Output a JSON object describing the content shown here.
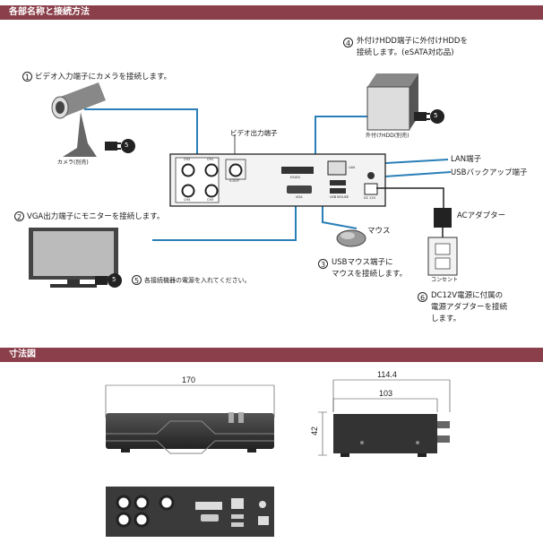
{
  "sections": {
    "connections_title": "各部名称と接続方法",
    "dimensions_title": "寸法図"
  },
  "steps": {
    "step1": {
      "num": "1",
      "text": "ビデオ入力端子にカメラを接続します。"
    },
    "step2": {
      "num": "2",
      "text": "VGA出力端子にモニターを接続します。"
    },
    "step3": {
      "num": "3",
      "line1": "USBマウス端子に",
      "line2": "マウスを接続します。"
    },
    "step4": {
      "num": "4",
      "line1": "外付けHDD端子に外付けHDDを",
      "line2": "接続します。(eSATA対応品)"
    },
    "step5": {
      "num": "5",
      "text": "各接続機器の電源を入れてください。"
    },
    "step6": {
      "num": "6",
      "line1": "DC12V電源に付属の",
      "line2": "電源アダプターを接続",
      "line3": "します。"
    }
  },
  "labels": {
    "video_out": "ビデオ出力端子",
    "lan": "LAN端子",
    "usb_backup": "USBバックアップ端子",
    "ac_adapter": "ACアダプター",
    "mouse": "マウス",
    "outlet": "コンセント",
    "camera": "カメラ(別売)",
    "hdd": "外付けHDD(別売)",
    "panel": {
      "ch2": "CH2",
      "ch1": "CH1",
      "ch4": "CH4",
      "ch3": "CH3",
      "vout": "V-OUT",
      "esata": "ESATA",
      "vga": "VGA",
      "lan": "LAN",
      "usb_mouse": "USB MOUSE",
      "dc12v": "DC 12V"
    },
    "badge": "5"
  },
  "dimensions": {
    "width": "170",
    "depth_total": "114.4",
    "depth_body": "103",
    "height": "42"
  },
  "colors": {
    "section_bar": "#8a3f4a",
    "cable": "#2a7fb8",
    "device": "#3a3a3a"
  }
}
